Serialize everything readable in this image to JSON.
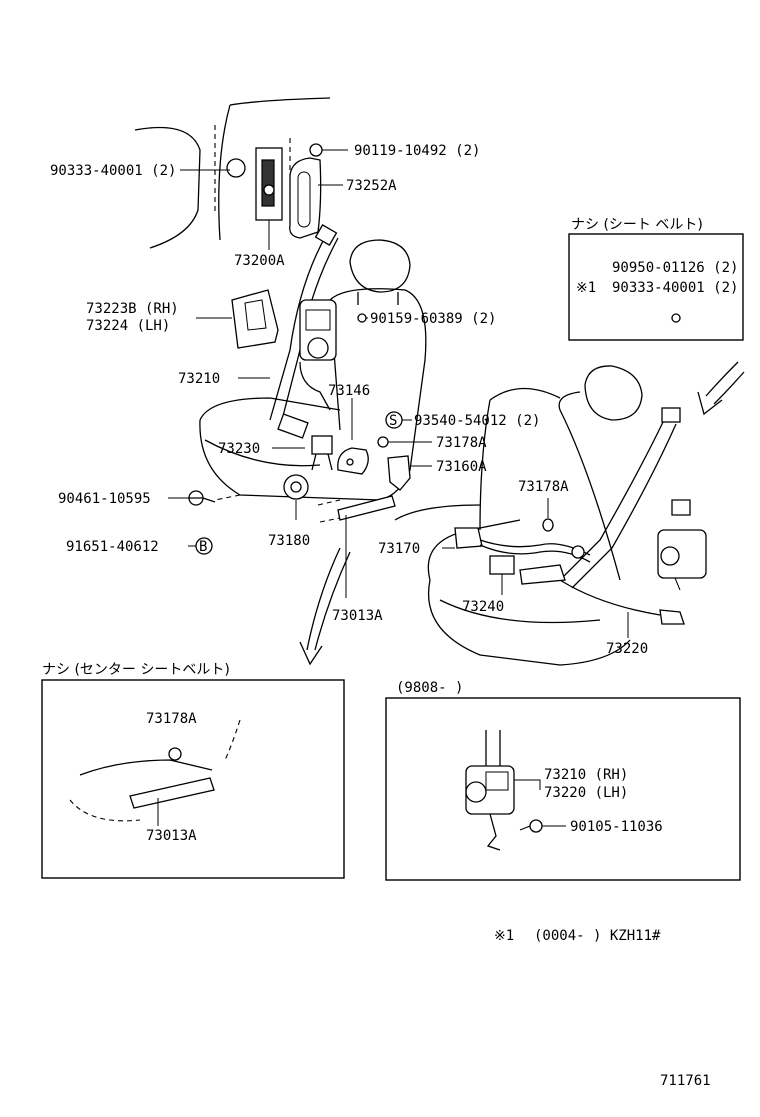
{
  "labels": {
    "p90119_10492": "90119-10492 (2)",
    "p90333_40001": "90333-40001 (2)",
    "p73252A": "73252A",
    "p73200A": "73200A",
    "p73223B": "73223B (RH)",
    "p73224": "73224   (LH)",
    "p90159_60389": "90159-60389 (2)",
    "p73210": "73210",
    "p73146": "73146",
    "p93540_54012": "93540-54012 (2)",
    "p73230": "73230",
    "p73178A_1": "73178A",
    "p73160A": "73160A",
    "p90461_10595": "90461-10595",
    "p73180": "73180",
    "p91651_40612": "91651-40612",
    "p73013A_1": "73013A",
    "p73178A_2": "73178A",
    "p73170": "73170",
    "p73240": "73240",
    "p73220": "73220"
  },
  "markers": {
    "s_circle": "S",
    "b_circle": "B"
  },
  "inset_top_right": {
    "title": "ナシ (シート ベルト)",
    "line1": "90950-01126 (2)",
    "note_mark": "※1",
    "line2": "90333-40001 (2)"
  },
  "inset_center_belt": {
    "title": "ナシ (センター  シートベルト)",
    "p73178A": "73178A",
    "p73013A": "73013A"
  },
  "inset_retractor": {
    "title": "(9808-        )",
    "p73210_rh": "73210 (RH)",
    "p73220_lh": "73220 (LH)",
    "p90105_11036": "90105-11036"
  },
  "footnote": {
    "mark": "※1",
    "range": "(0004-      ) KZH11#"
  },
  "diagram_id": "711761"
}
